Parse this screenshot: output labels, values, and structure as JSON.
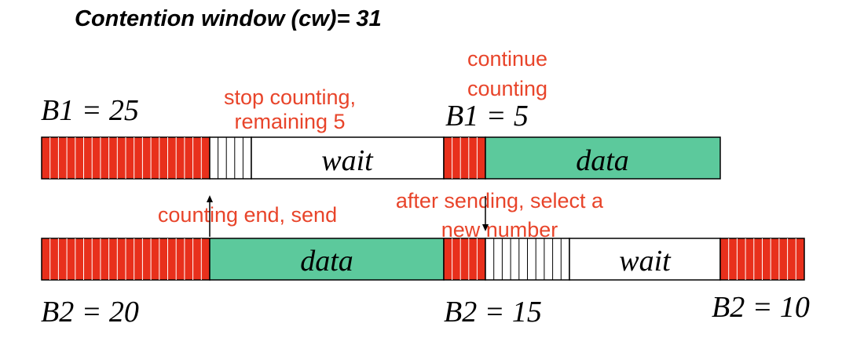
{
  "title": "Contention window (cw)= 31",
  "colors": {
    "slot_fill": "#e8301c",
    "data_fill": "#5cc99c",
    "annotation": "#e8442a",
    "outline": "#000000"
  },
  "station_b1": {
    "labels": {
      "start": "B1 = 25",
      "resume": "B1 = 5"
    },
    "bar": [
      {
        "kind": "counting-slots",
        "slot_count": 20
      },
      {
        "kind": "remaining-slots",
        "slot_count": 5
      },
      {
        "kind": "wait",
        "label": "wait"
      },
      {
        "kind": "counting-slots",
        "slot_count": 5
      },
      {
        "kind": "data",
        "label": "data"
      }
    ]
  },
  "station_b2": {
    "labels": {
      "start": "B2 = 20",
      "after_send": "B2 = 15",
      "end": "B2 = 10"
    },
    "bar": [
      {
        "kind": "counting-slots",
        "slot_count": 20
      },
      {
        "kind": "data",
        "label": "data"
      },
      {
        "kind": "counting-slots",
        "slot_count": 5
      },
      {
        "kind": "remaining-slots",
        "slot_count": 10
      },
      {
        "kind": "wait",
        "label": "wait"
      },
      {
        "kind": "counting-slots",
        "slot_count": 10
      }
    ]
  },
  "annotations": {
    "stop_counting": [
      "stop counting,",
      "remaining 5"
    ],
    "continue_counting": [
      "continue",
      "counting"
    ],
    "counting_end": "counting end, send",
    "after_sending": [
      "after sending, select a",
      "new number"
    ]
  }
}
